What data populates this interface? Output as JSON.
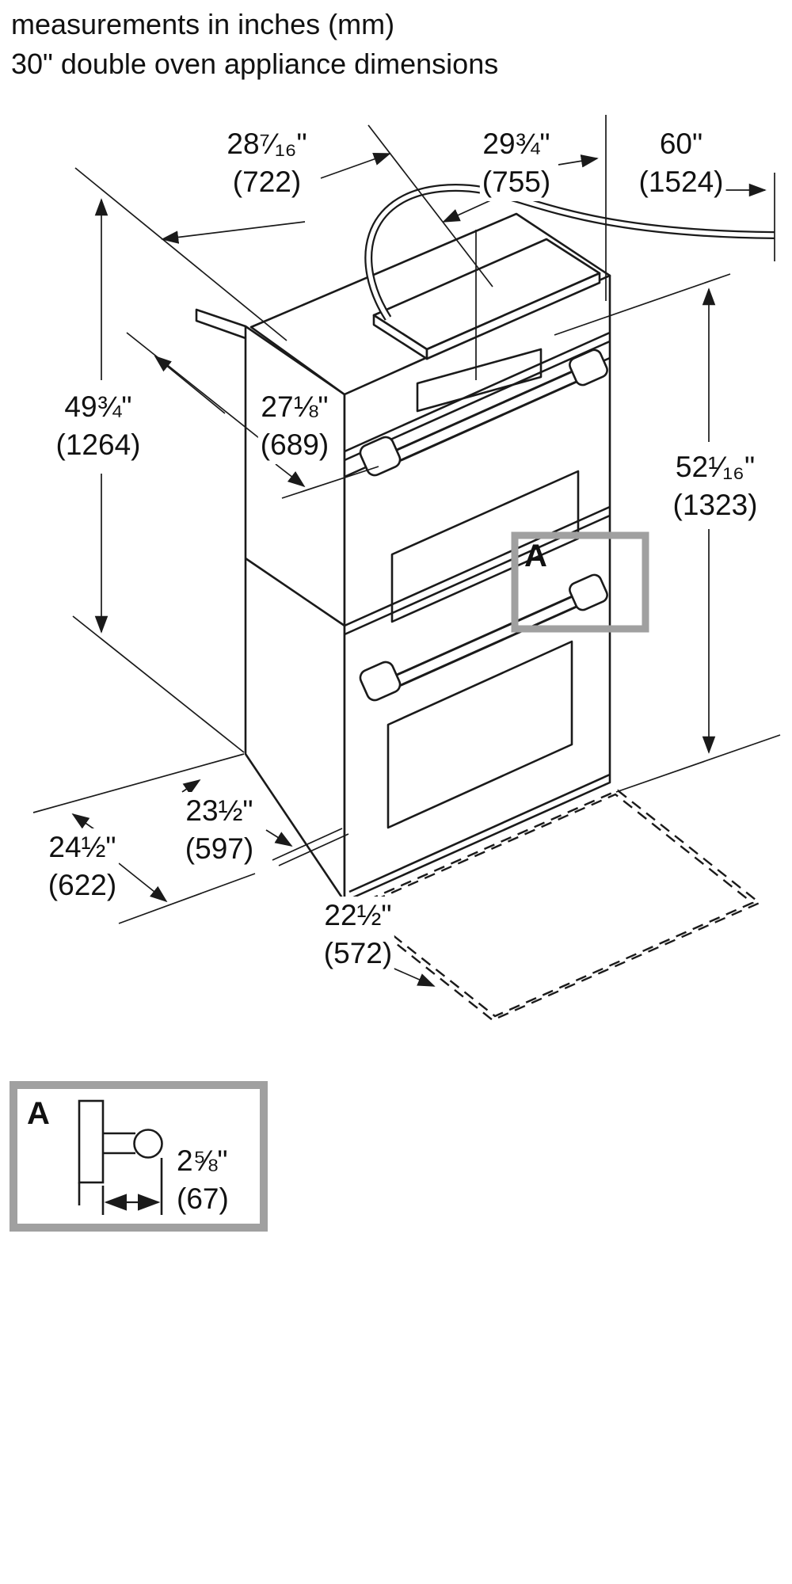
{
  "title": {
    "line1": "measurements in inches (mm)",
    "line2": "30\" double oven appliance dimensions"
  },
  "dims": {
    "top_depth": {
      "inches": "28⁷⁄₁₆\"",
      "mm": "(722)"
    },
    "top_width": {
      "inches": "29¾\"",
      "mm": "(755)"
    },
    "cord_length": {
      "inches": "60\"",
      "mm": "(1524)"
    },
    "height_front": {
      "inches": "49¾\"",
      "mm": "(1264)"
    },
    "cutout_width": {
      "inches": "27⅛\"",
      "mm": "(689)"
    },
    "height_overall": {
      "inches": "52¹⁄₁₆\"",
      "mm": "(1323)"
    },
    "depth_total": {
      "inches": "24½\"",
      "mm": "(622)"
    },
    "depth_body": {
      "inches": "23½\"",
      "mm": "(597)"
    },
    "door_open": {
      "inches": "22½\"",
      "mm": "(572)"
    },
    "handle_depth": {
      "inches": "2⅝\"",
      "mm": "(67)"
    }
  },
  "callout": {
    "marker": "A",
    "inset_marker": "A"
  },
  "colors": {
    "line": "#1a1a1a",
    "callout_gray": "#a0a0a0"
  }
}
